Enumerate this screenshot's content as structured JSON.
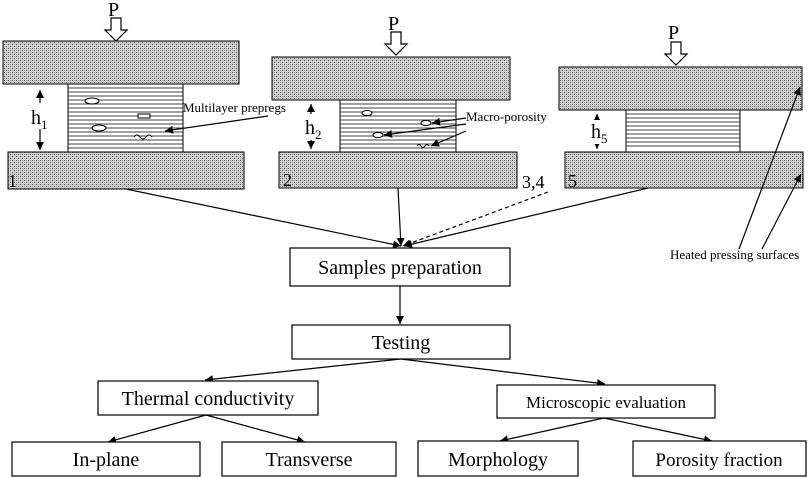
{
  "labels": {
    "force": "P",
    "stage_1": "1",
    "stage_2": "2",
    "stage_34": "3,4",
    "stage_5": "5",
    "h1_base": "h",
    "h1_sub": "1",
    "h2_base": "h",
    "h2_sub": "2",
    "h5_base": "h",
    "h5_sub": "5",
    "multilayer_prepregs": "Multilayer prepregs",
    "macro_porosity": "Macro-porosity",
    "heated_surfaces": "Heated pressing surfaces"
  },
  "flow": {
    "samples_preparation": "Samples preparation",
    "testing": "Testing",
    "thermal_conductivity": "Thermal conductivity",
    "microscopic_evaluation": "Microscopic evaluation",
    "in_plane": "In-plane",
    "transverse": "Transverse",
    "morphology": "Morphology",
    "porosity_fraction": "Porosity fraction"
  },
  "colors": {
    "ink": "#000000",
    "background": "#ffffff",
    "plate_fill": "#cfcfcf"
  }
}
